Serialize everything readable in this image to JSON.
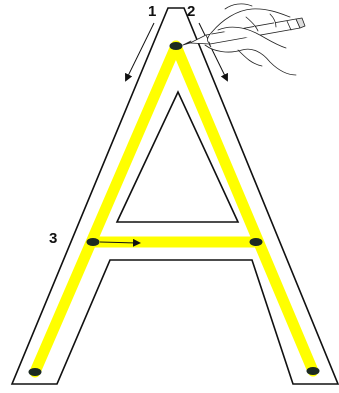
{
  "letter": "A",
  "steps": [
    {
      "number": "1",
      "direction": "down-left"
    },
    {
      "number": "2",
      "direction": "down-right"
    },
    {
      "number": "3",
      "direction": "right"
    }
  ],
  "colors": {
    "trace_path": "#ffff00",
    "outline": "#111111",
    "dot": "#1c2a22",
    "background": "#ffffff"
  },
  "icons": [
    "hand-holding-pencil-icon",
    "start-dot-icon",
    "direction-arrow-icon"
  ]
}
